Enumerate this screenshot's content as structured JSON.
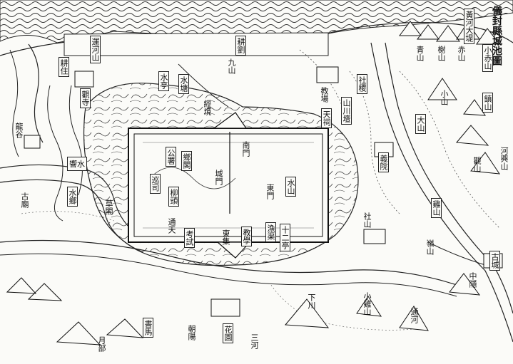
{
  "map": {
    "title": "儀封縣城池圖",
    "labels": {
      "huanghe_dadi": "黃河大堤",
      "qingshan": "青山",
      "chengshan": "榭山",
      "chishan": "赤山",
      "xiaochishan": "小赤山",
      "lianshan": "運河山",
      "gengdiao": "耕劉",
      "gengzhu": "耕住",
      "shuiting": "水亭",
      "shuitang": "水塘",
      "hushan": "九山",
      "guansi": "觀寺",
      "longgu": "龍谷",
      "xiashui": "響水",
      "caoge": "草閣",
      "shuiji": "水鄉",
      "jingjing": "經境",
      "sheshan": "社山",
      "tianshi": "天祠",
      "shanhuan": "山川壇",
      "gongyu": "公署",
      "xiangge": "鄉閣",
      "chengmen": "城門",
      "xunshi": "巡司",
      "liutou": "柳頭",
      "dongmen": "東門",
      "shuishan": "水山",
      "nanmen": "南門",
      "yuqu": "漁渠",
      "shiwu": "十二亭",
      "xiaoshan": "小山",
      "dashan": "大山",
      "zhenshan": "鎮山",
      "hexingshan": "河興山",
      "guanshan": "觀山",
      "jiaochang": "教場",
      "sheji": "社稷",
      "yiyuan": "義院",
      "xiaojishan": "小雞山",
      "jishan": "雞山",
      "lingshan": "嶺山",
      "shuma": "書馬",
      "chaoyang": "朝陽",
      "huayuan": "花園",
      "gumiao": "古廟",
      "jiaoxue": "教學",
      "kaoshi": "考試",
      "tongtian": "通天",
      "dongji": "東集",
      "gucheng": "古城",
      "zhongyin": "中隱",
      "xiachuan": "下川",
      "tonghe": "通河",
      "yuebu": "月部",
      "sanhe": "三河"
    }
  }
}
